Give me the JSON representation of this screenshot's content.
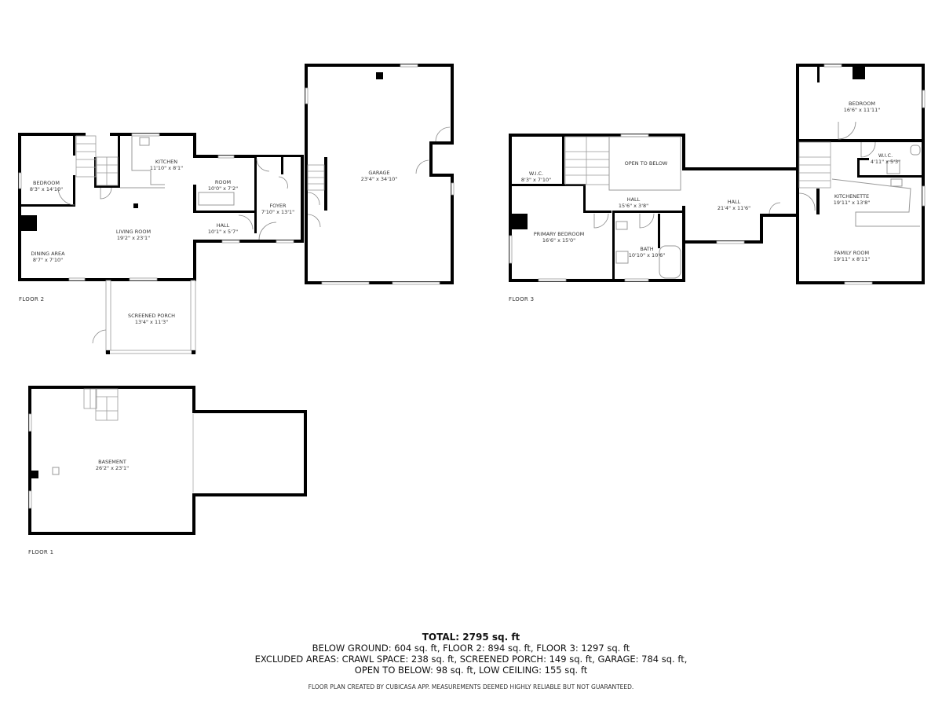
{
  "floors": [
    {
      "label": "FLOOR 2",
      "rooms": [
        {
          "name": "BEDROOM",
          "dim": "8'3\" x 14'10\""
        },
        {
          "name": "KITCHEN",
          "dim": "11'10\" x 8'1\""
        },
        {
          "name": "ROOM",
          "dim": "10'0\" x 7'2\""
        },
        {
          "name": "FOYER",
          "dim": "7'10\" x 13'1\""
        },
        {
          "name": "LIVING ROOM",
          "dim": "19'2\" x 23'1\""
        },
        {
          "name": "HALL",
          "dim": "10'1\" x 5'7\""
        },
        {
          "name": "DINING AREA",
          "dim": "8'7\" x 7'10\""
        },
        {
          "name": "SCREENED PORCH",
          "dim": "13'4\" x 11'3\""
        },
        {
          "name": "GARAGE",
          "dim": "23'4\" x 34'10\""
        }
      ]
    },
    {
      "label": "FLOOR 3",
      "rooms": [
        {
          "name": "W.I.C.",
          "dim": "8'3\" x 7'10\""
        },
        {
          "name": "OPEN TO BELOW",
          "dim": ""
        },
        {
          "name": "HALL",
          "dim": "15'6\" x 3'8\""
        },
        {
          "name": "PRIMARY BEDROOM",
          "dim": "16'6\" x 15'0\""
        },
        {
          "name": "BATH",
          "dim": "10'10\" x 10'6\""
        },
        {
          "name": "HALL",
          "dim": "21'4\" x 11'6\""
        },
        {
          "name": "BEDROOM",
          "dim": "16'6\" x 11'11\""
        },
        {
          "name": "W.I.C.",
          "dim": "4'11\" x 5'3\""
        },
        {
          "name": "KITCHENETTE",
          "dim": "19'11\" x 13'8\""
        },
        {
          "name": "FAMILY ROOM",
          "dim": "19'11\" x 8'11\""
        }
      ]
    },
    {
      "label": "FLOOR 1",
      "rooms": [
        {
          "name": "BASEMENT",
          "dim": "26'2\" x 23'1\""
        }
      ]
    }
  ],
  "summary": {
    "total": "TOTAL: 2795 sq. ft",
    "line1": "BELOW GROUND: 604 sq. ft, FLOOR 2: 894 sq. ft, FLOOR 3: 1297 sq. ft",
    "line2": "EXCLUDED AREAS: CRAWL SPACE: 238 sq. ft, SCREENED PORCH: 149 sq. ft, GARAGE: 784 sq. ft,",
    "line3": "OPEN TO BELOW: 98 sq. ft, LOW CEILING: 155 sq. ft",
    "disclaimer": "FLOOR PLAN CREATED BY CUBICASA APP. MEASUREMENTS DEEMED HIGHLY RELIABLE BUT NOT GUARANTEED."
  }
}
